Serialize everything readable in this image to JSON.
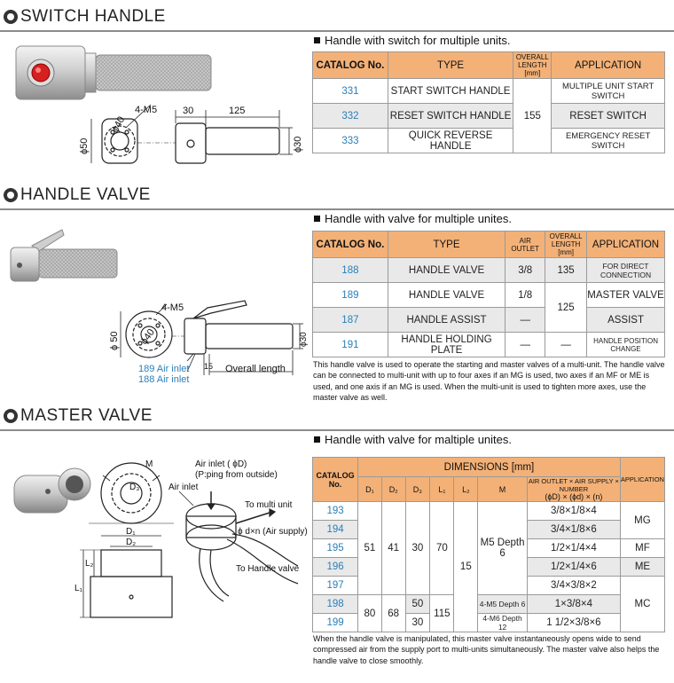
{
  "switch": {
    "title": "SWITCH HANDLE",
    "subtitle": "Handle with switch for multiple units.",
    "headers": {
      "catalog": "CATALOG No.",
      "type": "TYPE",
      "length": "OVERALL LENGTH [mm]",
      "application": "APPLICATION"
    },
    "length_value": "155",
    "rows": [
      {
        "catalog": "331",
        "type": "START SWITCH HANDLE",
        "application": "MULTIPLE UNIT START SWITCH"
      },
      {
        "catalog": "332",
        "type": "RESET SWITCH HANDLE",
        "application": "RESET SWITCH"
      },
      {
        "catalog": "333",
        "type": "QUICK REVERSE HANDLE",
        "application": "EMERGENCY RESET SWITCH"
      }
    ],
    "dims": {
      "d40": "ϕ40",
      "m5": "4-M5",
      "d30l": "30",
      "l125": "125",
      "d50": "ϕ50",
      "d30": "ϕ30"
    }
  },
  "valve": {
    "title": "HANDLE VALVE",
    "subtitle": "Handle with valve for multiple unites.",
    "headers": {
      "catalog": "CATALOG No.",
      "type": "TYPE",
      "outlet": "AIR OUTLET",
      "length": "OVERALL LENGTH [mm]",
      "application": "APPLICATION"
    },
    "rows": [
      {
        "catalog": "188",
        "type": "HANDLE VALVE",
        "outlet": "3/8",
        "length": "135",
        "application": "FOR DIRECT CONNECTION"
      },
      {
        "catalog": "189",
        "type": "HANDLE VALVE",
        "outlet": "1/8",
        "length": "125",
        "application": "MASTER VALVE"
      },
      {
        "catalog": "187",
        "type": "HANDLE ASSIST",
        "outlet": "—",
        "length": "",
        "application": "ASSIST"
      },
      {
        "catalog": "191",
        "type": "HANDLE HOLDING PLATE",
        "outlet": "—",
        "length": "—",
        "application": "HANDLE POSITION CHANGE"
      }
    ],
    "note": "This handle valve is used to operate the starting and master valves of a multi-unit.  The handle valve can be connected to multi-unit with up to four axes if an MG is used, two axes if an MF or ME is used, and one axis if an MG is used.  When the multi-unit is used to tighten more axes, use the master valve as well.",
    "dims": {
      "m5": "4-M5",
      "d50": "ϕ 50",
      "d40": "ϕ40",
      "d30": "ϕ30",
      "d15": "15",
      "inlet189": "189 Air inlet",
      "inlet188": "188 Air inlet",
      "overall": "Overall length"
    }
  },
  "master": {
    "title": "MASTER VALVE",
    "subtitle": "Handle with valve for maltiple unites.",
    "headers": {
      "catalog": "CATALOG No.",
      "dimensions": "DIMENSIONS [mm]",
      "d1": "D₁",
      "d2": "D₂",
      "d3": "D₃",
      "l1": "L₁",
      "l2": "L₂",
      "m": "M",
      "outlet": "AIR OUTLET × AIR SUPPLY × NUMBER",
      "outlet_sub": "(ϕD) ×  (ϕd) ×  (n)",
      "application": "APPLICATION"
    },
    "group1": {
      "d1": "51",
      "d2": "41",
      "d3": "30",
      "l1": "70",
      "m": "M5 Depth 6"
    },
    "l2_value": "15",
    "group2": {
      "d1": "80",
      "d2": "68",
      "l1": "115"
    },
    "rows": [
      {
        "catalog": "193",
        "outlet": "3/8×1/8×4"
      },
      {
        "catalog": "194",
        "outlet": "3/4×1/8×6"
      },
      {
        "catalog": "195",
        "outlet": "1/2×1/4×4"
      },
      {
        "catalog": "196",
        "outlet": "1/2×1/4×6"
      },
      {
        "catalog": "197",
        "outlet": "3/4×3/8×2"
      },
      {
        "catalog": "198",
        "d3": "50",
        "m": "4-M5 Depth 6",
        "outlet": "1×3/8×4"
      },
      {
        "catalog": "199",
        "d3": "30",
        "m": "4-M6 Depth 12",
        "outlet": "1 1/2×3/8×6"
      }
    ],
    "apps": {
      "mg": "MG",
      "mf": "MF",
      "me": "ME",
      "mc": "MC"
    },
    "note": "When the handle valve is manipulated, this master valve instantaneously opens wide to send compressed air from the supply port to multi-units simultaneously.  The master valve also helps the handle valve to close smoothly.",
    "dims": {
      "m": "M",
      "d3": "D₃",
      "d1": "D₁",
      "d2": "D₂",
      "l2": "L₂",
      "l1": "L₁",
      "inlet_d": "Air inlet ( ϕD)",
      "piping": "(P:ping from outside)",
      "air_inlet": "Air inlet",
      "to_multi": "To multi unit",
      "supply": "ϕ d×n (Air supply)",
      "to_handle": "To Handle valve"
    }
  }
}
